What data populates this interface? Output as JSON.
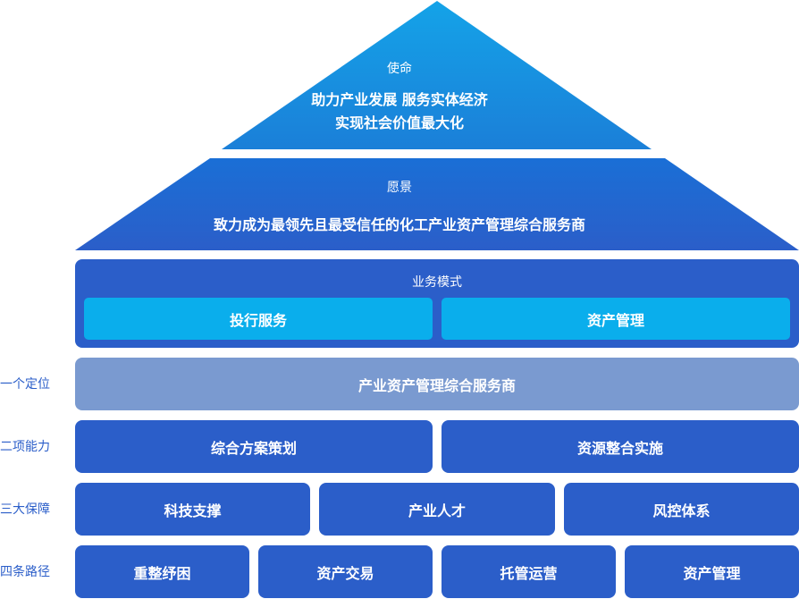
{
  "colors": {
    "mission_top": "#14a3e8",
    "mission_bottom": "#1b7fd8",
    "vision_top": "#1a6fd6",
    "vision_bottom": "#2b5ec9",
    "primary": "#2b5ec9",
    "accent": "#0aaeec",
    "light": "#7a9ad0"
  },
  "mission": {
    "label": "使命",
    "line1": "助力产业发展 服务实体经济",
    "line2": "实现社会价值最大化"
  },
  "vision": {
    "label": "愿景",
    "line1": "致力成为最领先且最受信任的化工产业资产管理综合服务商"
  },
  "business_mode": {
    "title": "业务模式",
    "items": [
      "投行服务",
      "资产管理"
    ]
  },
  "rows": [
    {
      "label": "一个定位",
      "items": [
        "产业资产管理综合服务商"
      ]
    },
    {
      "label": "二项能力",
      "items": [
        "综合方案策划",
        "资源整合实施"
      ]
    },
    {
      "label": "三大保障",
      "items": [
        "科技支撑",
        "产业人才",
        "风控体系"
      ]
    },
    {
      "label": "四条路径",
      "items": [
        "重整纾困",
        "资产交易",
        "托管运营",
        "资产管理"
      ]
    }
  ]
}
